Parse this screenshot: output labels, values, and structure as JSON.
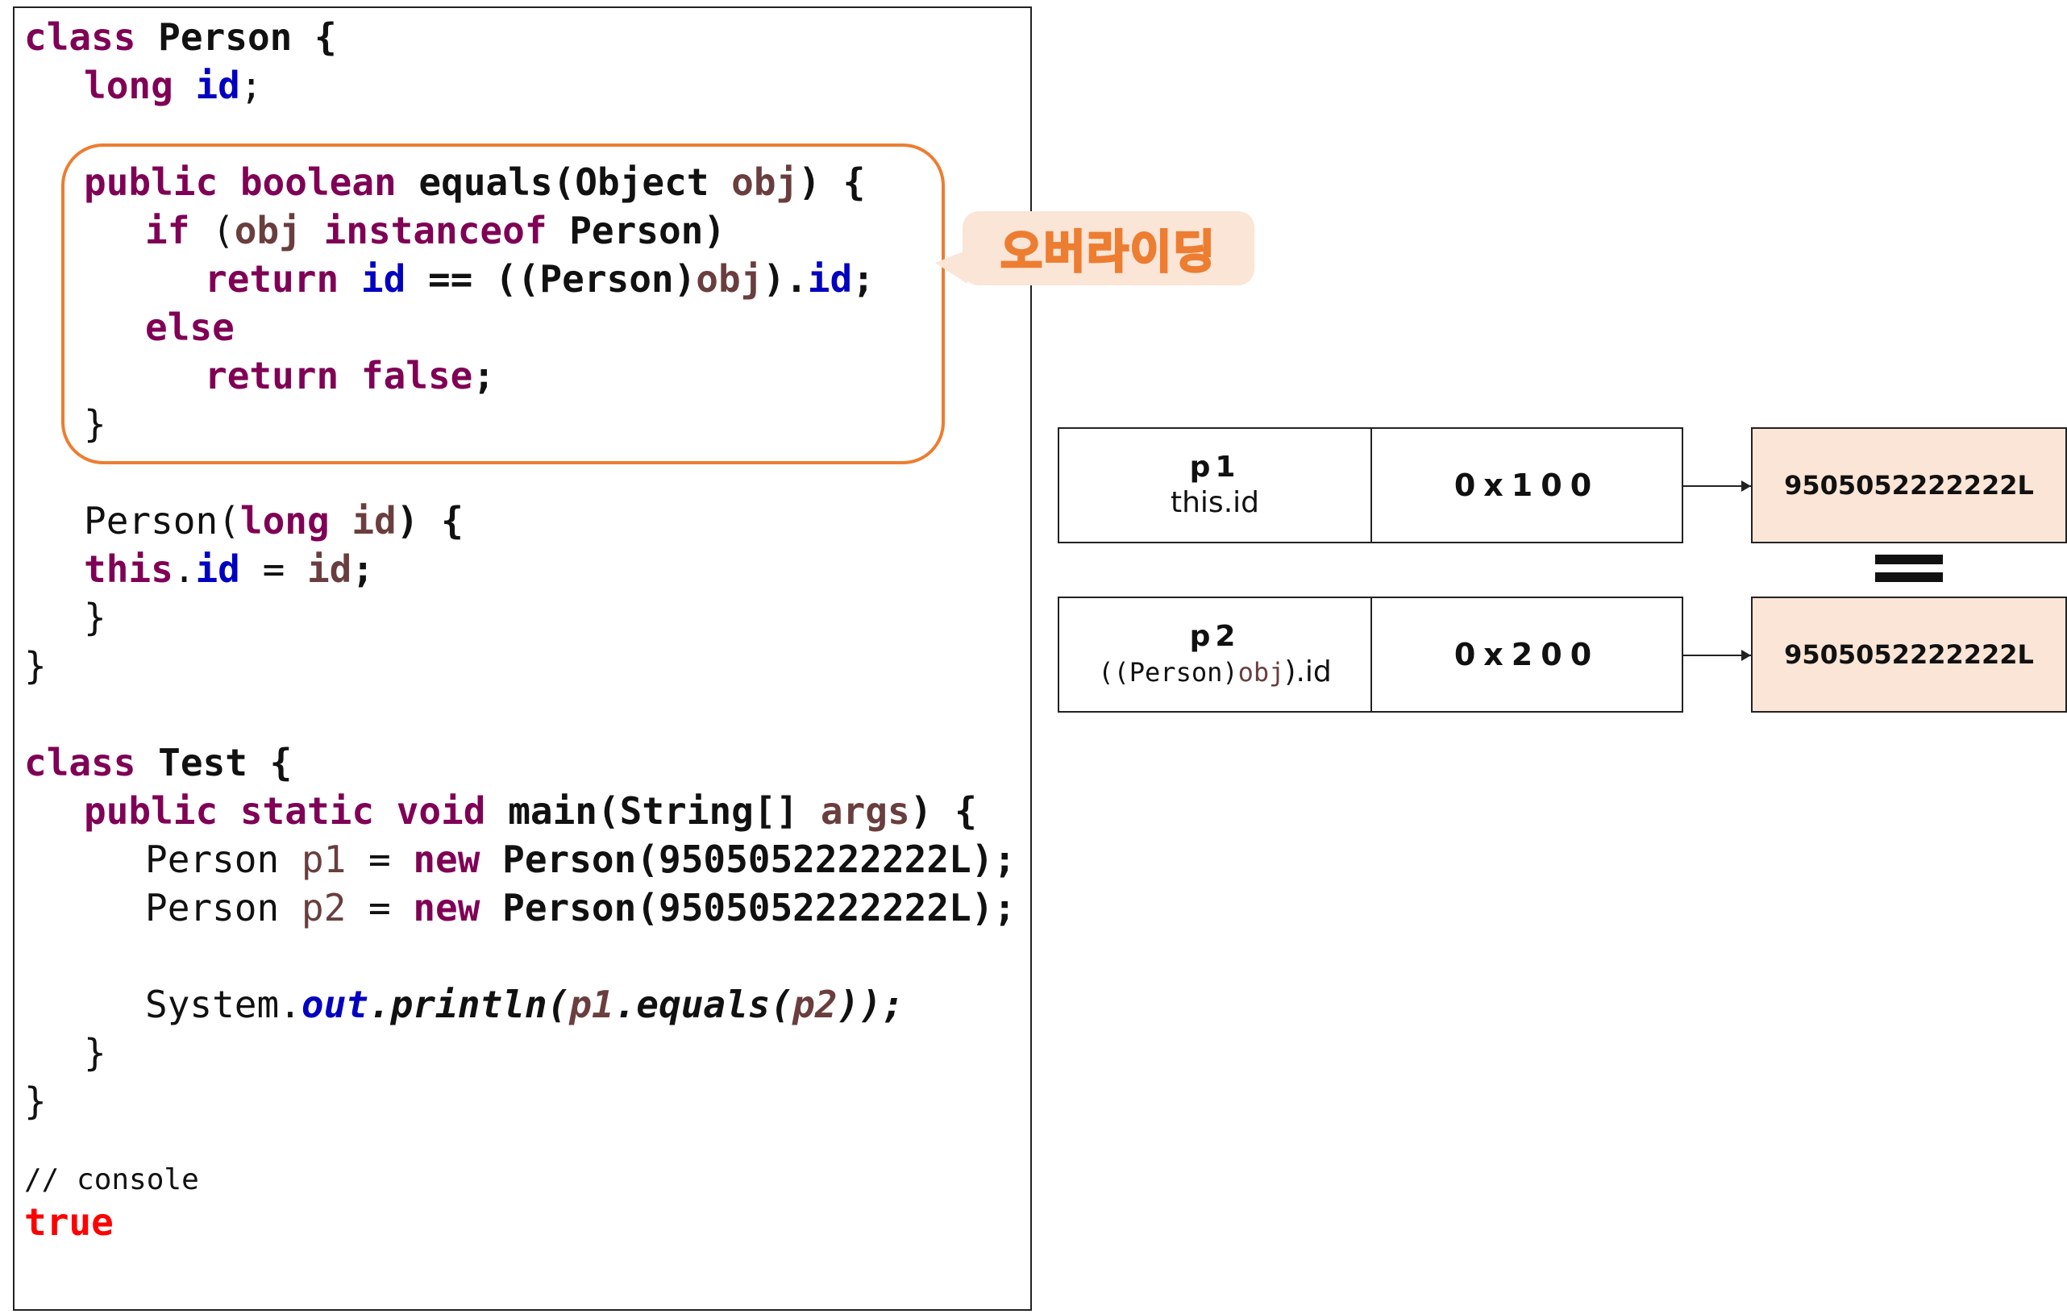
{
  "code": {
    "line1": {
      "kw": "class",
      "rest": " Person {"
    },
    "line2": {
      "kw": "long",
      "field": "id",
      "end": ";"
    },
    "line3": {
      "kw": "public boolean",
      "mid": " equals(Object ",
      "param": "obj",
      "end": ") {"
    },
    "line4": {
      "kw1": "if",
      "mid1": " (",
      "loc": "obj",
      "kw2": " instanceof",
      "end": " Person)"
    },
    "line5": {
      "kw": "return",
      "field1": "id",
      "mid": " == ((Person)",
      "loc": "obj",
      "mid2": ").",
      "field2": "id",
      "end": ";"
    },
    "line6": {
      "kw": "else"
    },
    "line7": {
      "kw": "return",
      "kw2": "false",
      "end": ";"
    },
    "line8": {
      "text": "}"
    },
    "line9": {
      "pre": "Person(",
      "kw": "long",
      "loc": "id",
      "end": ") {"
    },
    "line10": {
      "kw": "this",
      "dot": ".",
      "field": "id",
      "mid": " = ",
      "loc": "id",
      "end": ";"
    },
    "line11": {
      "text": "}"
    },
    "line12": {
      "text": "}"
    },
    "line13": {
      "kw": "class",
      "rest": " Test {"
    },
    "line14": {
      "kw": "public static void",
      "mid": " main(String[] ",
      "loc": "args",
      "end": ") {"
    },
    "line15": {
      "pre": "Person ",
      "loc": "p1",
      "mid": " = ",
      "kw": "new",
      "rest": "Person(9505052222222L);"
    },
    "line16": {
      "pre": "Person ",
      "loc": "p2",
      "mid": " = ",
      "kw": "new",
      "rest": "Person(9505052222222L);"
    },
    "line17": {
      "pre": "System.",
      "stat": "out",
      "m1": ".println(",
      "l1": "p1",
      "m2": ".equals(",
      "l2": "p2",
      "end": "));"
    },
    "line18": {
      "text": "}"
    },
    "line19": {
      "text": "}"
    },
    "comment": "// console",
    "result": "true"
  },
  "callout": {
    "label": "오버라이딩"
  },
  "memory": {
    "rows": [
      {
        "name": "p1",
        "sub": "this.id",
        "address": "0x100",
        "value": "9505052222222L"
      },
      {
        "name": "p2",
        "sub_pre": "((Person)",
        "sub_loc": "obj",
        "sub_post": ").id",
        "address": "0x200",
        "value": "9505052222222L"
      }
    ]
  },
  "colors": {
    "keyword": "#7f0055",
    "field": "#0000c0",
    "local": "#6a3e3e",
    "accent": "#ed7d31",
    "value_fill": "#fbe5d6",
    "result": "#ff0000"
  }
}
